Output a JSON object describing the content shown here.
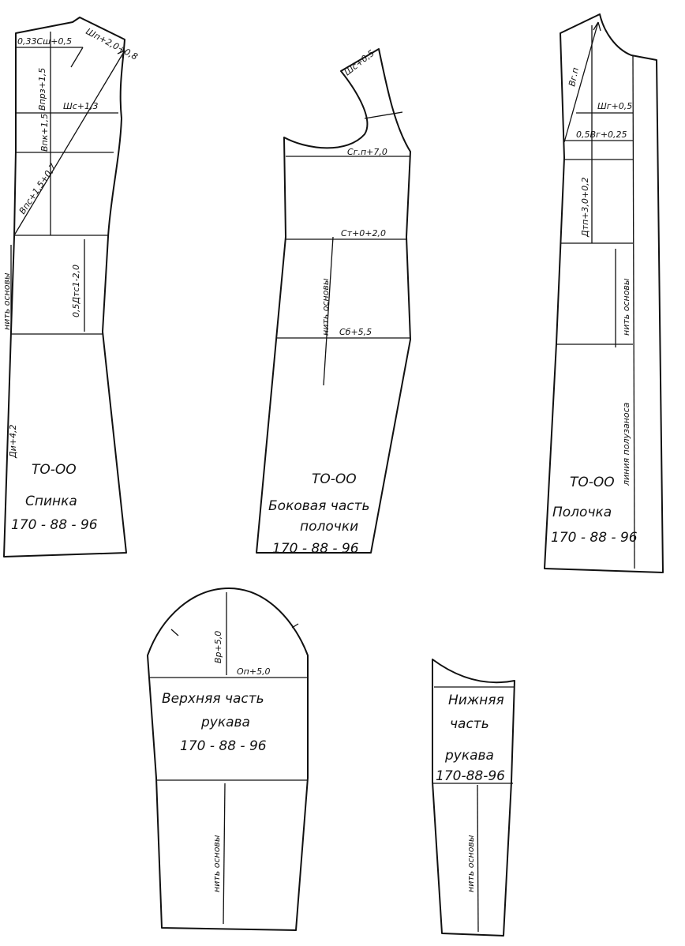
{
  "pieces": {
    "back": {
      "code": "ТО-ОО",
      "name": "Спинка",
      "size": "170 - 88 - 96",
      "labels": {
        "shoulder_a": "0,33Сш+0,5",
        "shoulder_b": "Шп+2,0+0,8",
        "armhole_depth": "Впрз+1,5",
        "back_width": "Шс+1,3",
        "chest_depth": "Впк+1,5",
        "diagonal": "Впс+1,5+0,7",
        "grain": "нить основы",
        "waist_hip": "0,5Дтс1-2,0",
        "length": "Ди+4,2"
      }
    },
    "side": {
      "code": "ТО-ОО",
      "name_line1": "Боковая часть",
      "name_line2": "полочки",
      "size": "170 - 88 - 96",
      "labels": {
        "top": "Шс+0,5",
        "chest": "Сг.п+7,0",
        "waist": "Ст+0+2,0",
        "hip": "Сб+5,5",
        "grain": "нить основы"
      }
    },
    "front": {
      "code": "ТО-ОО",
      "name": "Полочка",
      "size": "170 - 88 - 96",
      "labels": {
        "diagonal": "Вг.п",
        "chest_width": "Шг+0,5",
        "half_chest": "0,5Вг+0,25",
        "waist_length": "Дтп+3,0+0,2",
        "grain": "нить основы",
        "fold": "линия полузаноса"
      }
    },
    "upper_sleeve": {
      "name_line1": "Верхняя часть",
      "name_line2": "рукава",
      "size": "170 - 88 - 96",
      "labels": {
        "cap_height": "Вр+5,0",
        "width": "Оп+5,0",
        "grain": "нить основы"
      }
    },
    "lower_sleeve": {
      "name_line1": "Нижняя",
      "name_line2": "часть",
      "name_line3": "рукава",
      "size": "170-88-96",
      "labels": {
        "grain": "нить основы"
      }
    }
  }
}
